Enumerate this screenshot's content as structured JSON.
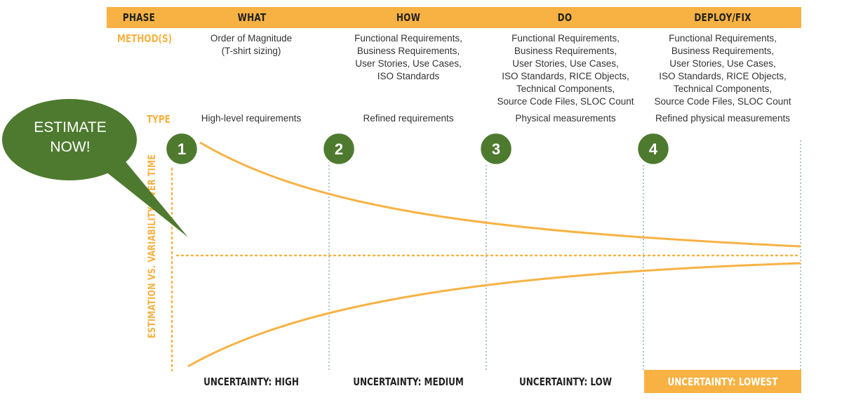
{
  "header": {
    "phase_label": "PHASE",
    "phases": [
      "WHAT",
      "HOW",
      "DO",
      "DEPLOY/FIX"
    ]
  },
  "methods_label": "METHOD(S)",
  "methods": [
    [
      "Order of Magnitude",
      "(T-shirt sizing)"
    ],
    [
      "Functional Requirements,",
      "Business Requirements,",
      "User Stories, Use Cases,",
      "ISO Standards"
    ],
    [
      "Functional Requirements,",
      "Business Requirements,",
      "User Stories, Use Cases,",
      "ISO Standards, RICE Objects,",
      "Technical Components,",
      "Source Code Files, SLOC Count"
    ],
    [
      "Functional Requirements,",
      "Business Requirements,",
      "User Stories, Use Cases,",
      "ISO Standards, RICE Objects,",
      "Technical Components,",
      "Source Code Files, SLOC Count"
    ]
  ],
  "type_label": "TYPE",
  "types": [
    "High-level requirements",
    "Refined requirements",
    "Physical measurements",
    "Refined physical measurements"
  ],
  "milestones": [
    "1",
    "2",
    "3",
    "4"
  ],
  "y_axis_label": "ESTIMATION VS. VARIABILITY OVER TIME",
  "uncertainty": [
    "UNCERTAINTY: HIGH",
    "UNCERTAINTY: MEDIUM",
    "UNCERTAINTY: LOW",
    "UNCERTAINTY: LOWEST"
  ],
  "callout": {
    "line1": "ESTIMATE",
    "line2": "NOW!"
  },
  "colors": {
    "accent": "#f8b243",
    "callout_green": "#4e7a2f",
    "milestone_border": "#ffffff",
    "divider": "#8aa0b0"
  }
}
